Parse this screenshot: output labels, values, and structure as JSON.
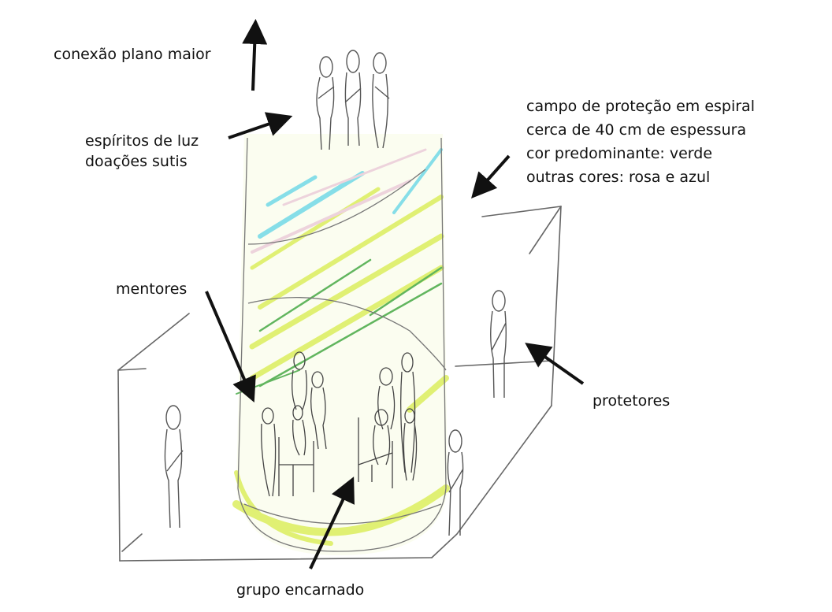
{
  "diagram": {
    "type": "annotated-sketch",
    "subject": "protective spiral field around seated group inside a room",
    "colors": {
      "ink": "#111111",
      "pencil": "#555555",
      "green": "#2e9e2e",
      "yellow_green": "#d8ec4a",
      "cyan": "#5fd4e6",
      "pink": "#e9c6d6"
    }
  },
  "labels": {
    "conexao": "conexão plano maior",
    "espiritos": [
      "espíritos de luz",
      "doações sutis"
    ],
    "campo": [
      "campo de proteção em espiral",
      "cerca de 40 cm de espessura",
      "cor predominante: verde",
      "outras cores: rosa e azul"
    ],
    "mentores": "mentores",
    "protetores": "protetores",
    "grupo": "grupo encarnado"
  }
}
